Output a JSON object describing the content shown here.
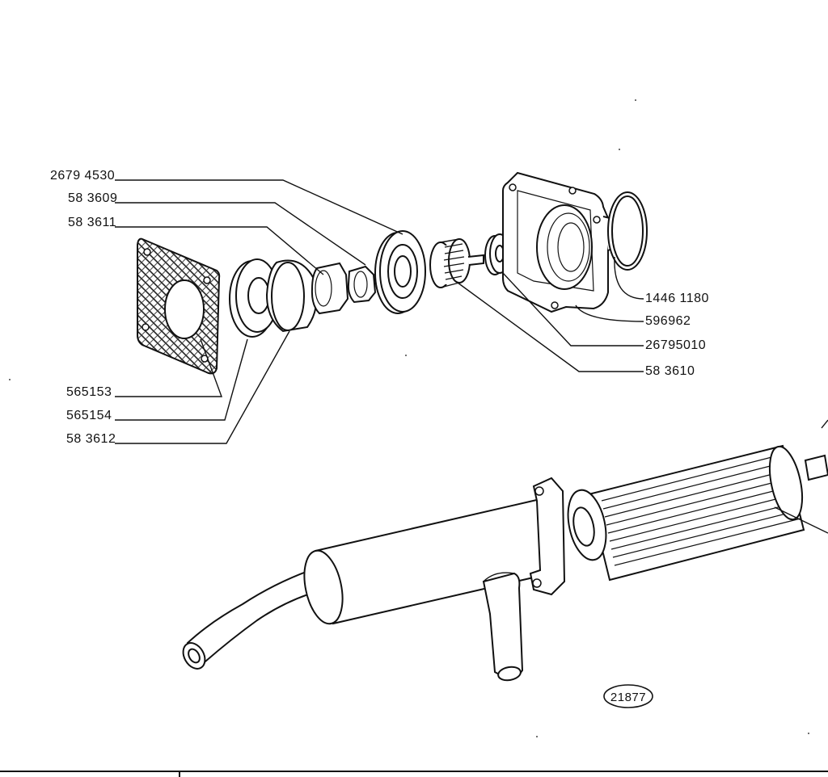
{
  "part_numbers_left": {
    "p1": "2679 4530",
    "p2": "58 3609",
    "p3": "58 3611",
    "p4": "565153",
    "p5": "565154",
    "p6": "58 3612"
  },
  "part_numbers_right": {
    "p7": "1446 1180",
    "p8": "596962",
    "p9": "26795010",
    "p10": "58 3610"
  },
  "figure_ref": "21877"
}
